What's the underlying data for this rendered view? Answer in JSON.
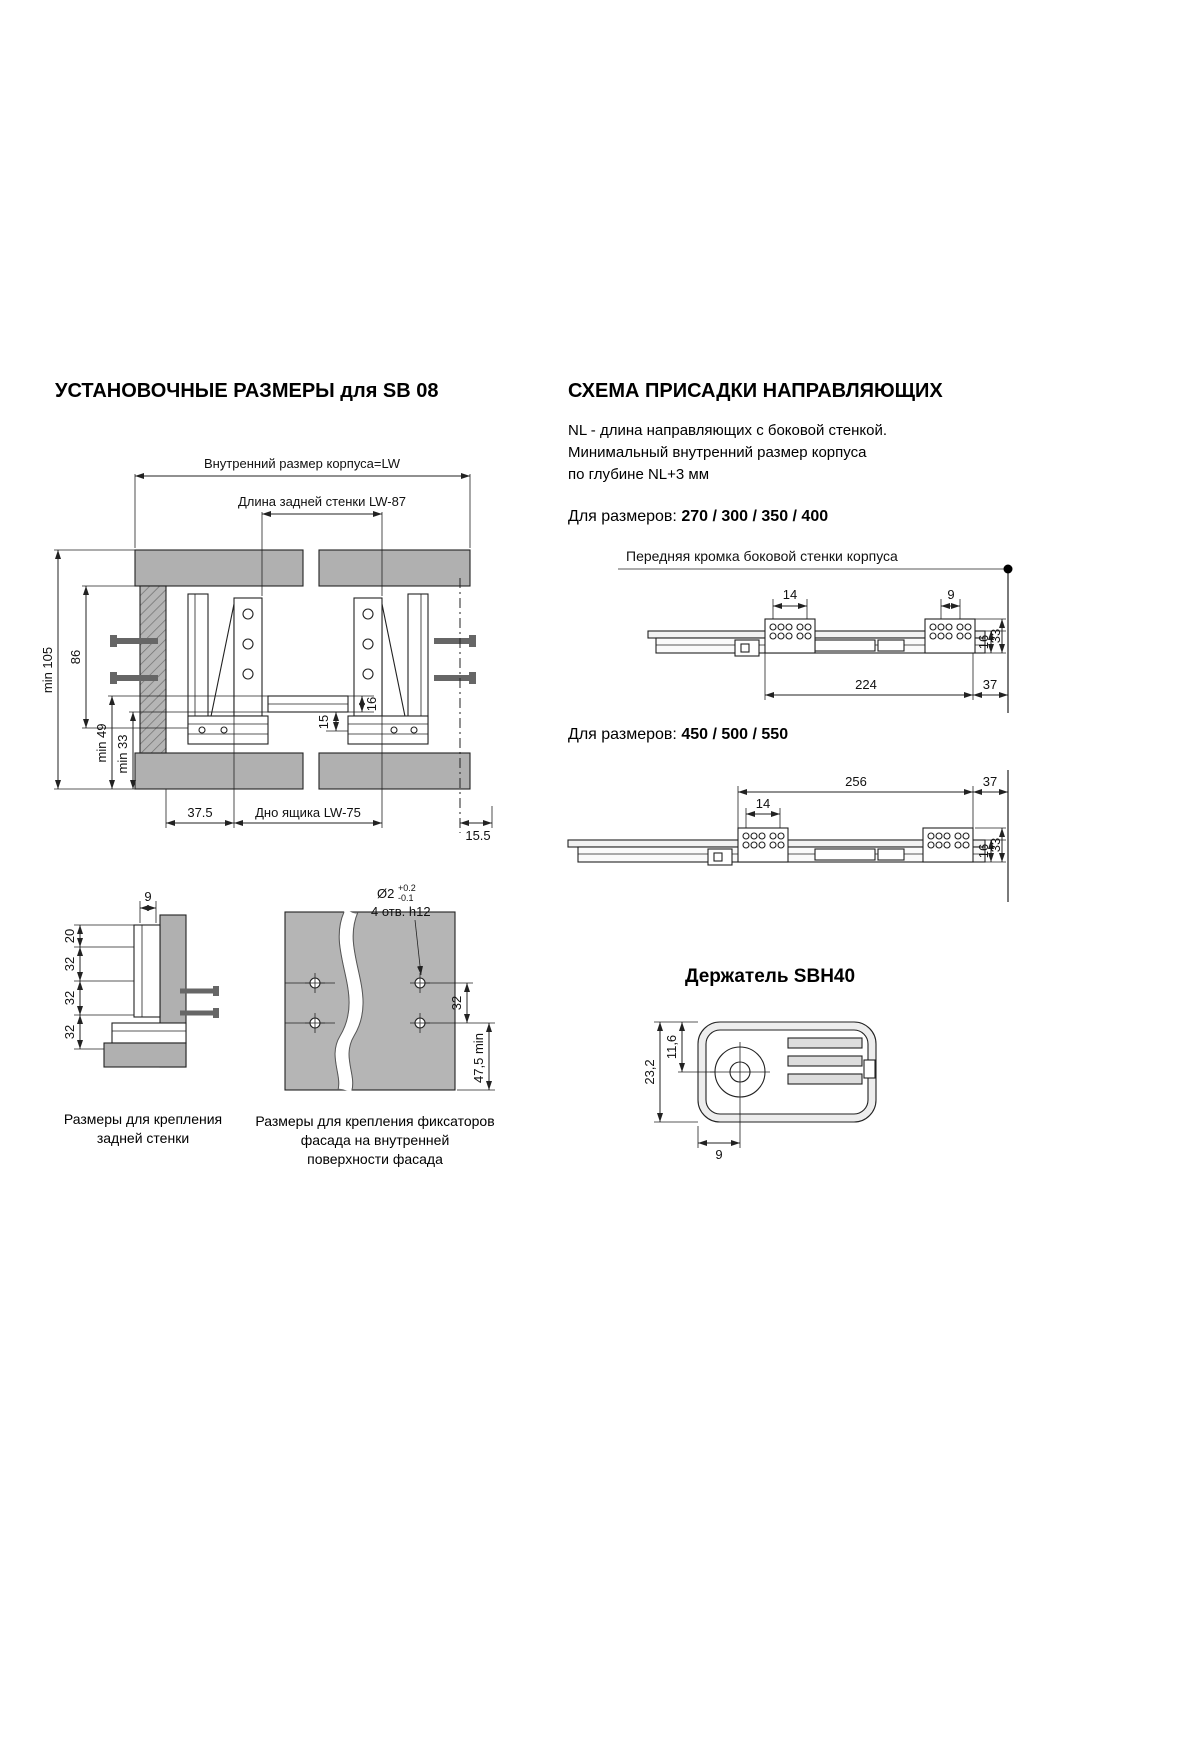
{
  "left": {
    "title": "УСТАНОВОЧНЫЕ РАЗМЕРЫ для SB 08",
    "main": {
      "lw": "Внутренний размер корпуса=LW",
      "back_len": "Длина задней стенки  LW-87",
      "min105": "min 105",
      "d86": "86",
      "min49": "min 49",
      "min33": "min 33",
      "d16": "16",
      "d15": "15",
      "d375": "37.5",
      "bottom": "Дно ящика  LW-75",
      "d155": "15.5"
    },
    "back": {
      "d9": "9",
      "d20": "20",
      "d32a": "32",
      "d32b": "32",
      "d32c": "32",
      "cap1": "Размеры  для крепления",
      "cap2": "задней стенки"
    },
    "facade": {
      "dia": "Ø2",
      "tol_up": "+0.2",
      "tol_dn": "-0.1",
      "holes": "4 отв. h12",
      "d32": "32",
      "d475": "47,5 min",
      "cap1": "Размеры для крепления фиксаторов",
      "cap2": "фасада на внутренней",
      "cap3": "поверхности фасада"
    }
  },
  "right": {
    "title": "СХЕМА ПРИСАДКИ НАПРАВЛЯЮЩИХ",
    "note1": "NL - длина направляющих с боковой стенкой.",
    "note2": "Минимальный внутренний размер корпуса",
    "note3": "по глубине NL+3 мм",
    "sizes1_label": "Для размеров:",
    "sizes1": "270 / 300 / 350 / 400",
    "front_edge": "Передняя кромка боковой стенки корпуса",
    "d1": {
      "d14": "14",
      "d9": "9",
      "d16": "16",
      "d33": "33",
      "d224": "224",
      "d37": "37"
    },
    "sizes2_label": "Для размеров:",
    "sizes2": "450 / 500 / 550",
    "d2": {
      "d256": "256",
      "d37": "37",
      "d14": "14",
      "d33": "33",
      "d16": "16"
    },
    "holder_title": "Держатель SBH40",
    "holder": {
      "d232": "23,2",
      "d116": "11,6",
      "d9": "9"
    }
  }
}
